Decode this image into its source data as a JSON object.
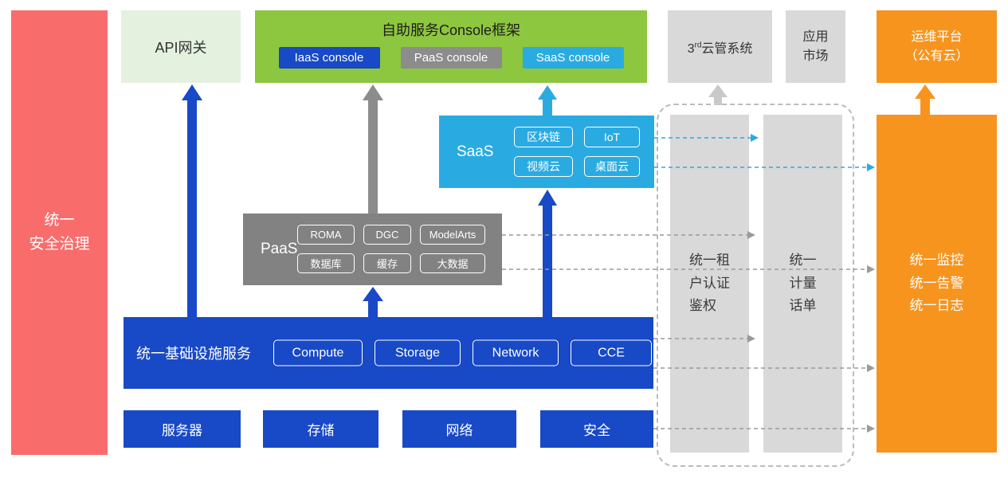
{
  "colors": {
    "blue": "#1849C6",
    "cyan": "#29ABE2",
    "green": "#8DC63F",
    "light_green": "#E4F1DF",
    "gray_box": "#D9D9D9",
    "gray_dark": "#828282",
    "orange": "#F7941E",
    "red": "#F96C6C"
  },
  "security_bar": {
    "label": "统一\n安全治理"
  },
  "api_gateway": {
    "label": "API网关"
  },
  "console_frame": {
    "title": "自助服务Console框架",
    "items": [
      "IaaS console",
      "PaaS console",
      "SaaS console"
    ]
  },
  "third_cloud": {
    "prefix": "3",
    "sup": "rd",
    "suffix": "云管系统"
  },
  "app_market": {
    "label": "应用\n市场"
  },
  "om_platform": {
    "label": "运维平台\n（公有云）"
  },
  "saas": {
    "label": "SaaS",
    "items": [
      "区块链",
      "IoT",
      "视频云",
      "桌面云"
    ]
  },
  "paas": {
    "label": "PaaS",
    "items": [
      "ROMA",
      "DGC",
      "ModelArts",
      "数据库",
      "缓存",
      "大数据"
    ]
  },
  "infra": {
    "label": "统一基础设施服务",
    "items": [
      "Compute",
      "Storage",
      "Network",
      "CCE"
    ]
  },
  "hardware": {
    "items": [
      "服务器",
      "存储",
      "网络",
      "安全"
    ]
  },
  "auth_bar": {
    "label": "统一租\n户认证\n鉴权"
  },
  "metering_bar": {
    "label": "统一\n计量\n话单"
  },
  "monitor_bar": {
    "label": "统一监控\n统一告警\n统一日志"
  }
}
